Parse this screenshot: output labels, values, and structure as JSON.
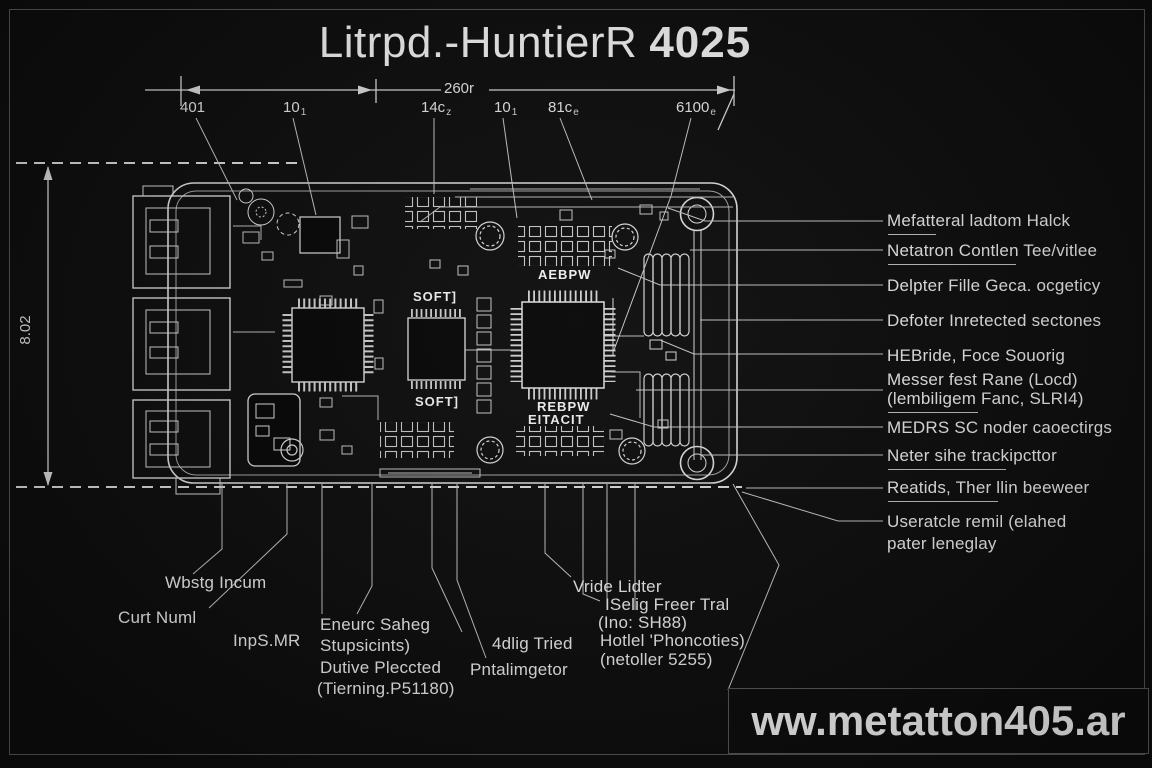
{
  "header": {
    "title_main": "Litrpd.-HuntierR",
    "title_number": "4025"
  },
  "dimensions": {
    "top_total": "260r",
    "left_height": "8.02",
    "top_ticks": [
      {
        "main": "401",
        "sub": ""
      },
      {
        "main": "10",
        "sub": "1"
      },
      {
        "main": "14c",
        "sub": "z"
      },
      {
        "main": "10",
        "sub": "1"
      },
      {
        "main": "81c",
        "sub": "e"
      },
      {
        "main": "6100",
        "sub": "e"
      }
    ]
  },
  "board_text": {
    "soft_top": "SOFT]",
    "soft_bottom": "SOFT]",
    "chip_top": "AEBPW",
    "chip_bottom_line1": "REBPW",
    "chip_bottom_line2": "EITACIT"
  },
  "right_labels": [
    {
      "text": "Mefatteral ladtom Halck"
    },
    {
      "text": "Netatron Contlen Tee/vitlee"
    },
    {
      "text": "Delpter Fille Geca. ocgeticy"
    },
    {
      "text": "Defoter Inretected sectones"
    },
    {
      "text": "HEBride, Foce Souorig"
    },
    {
      "text": "Messer fest Rane (Locd)"
    },
    {
      "text": "(lembiligem Fanc, SLRI4)"
    },
    {
      "text": "MEDRS SC noder caoectirgs"
    },
    {
      "text": "Neter sihe trackipcttor"
    },
    {
      "text": "Reatids, Ther llin beeweer"
    },
    {
      "text": "Useratcle remil (elahed"
    },
    {
      "text": "pater leneglay"
    }
  ],
  "bottom_labels": [
    {
      "text": "Wbstg Incum"
    },
    {
      "text": "Curt Numl"
    },
    {
      "text": "InpS.MR"
    },
    {
      "text": "Eneurc Saheg"
    },
    {
      "text": "Stupsicints)"
    },
    {
      "text": "Dutive Pleccted"
    },
    {
      "text": "(Tierning.P51180)"
    },
    {
      "text": "4dlig Tried"
    },
    {
      "text": "Pntalimgetor"
    },
    {
      "text": "Vride Lidter"
    },
    {
      "text": "ISelig Freer Tral"
    },
    {
      "text": "(Ino: SH88)"
    },
    {
      "text": "Hotlel 'Phoncoties)"
    },
    {
      "text": "(netoller 5255)"
    }
  ],
  "watermark": "ww.metatton405.ar"
}
